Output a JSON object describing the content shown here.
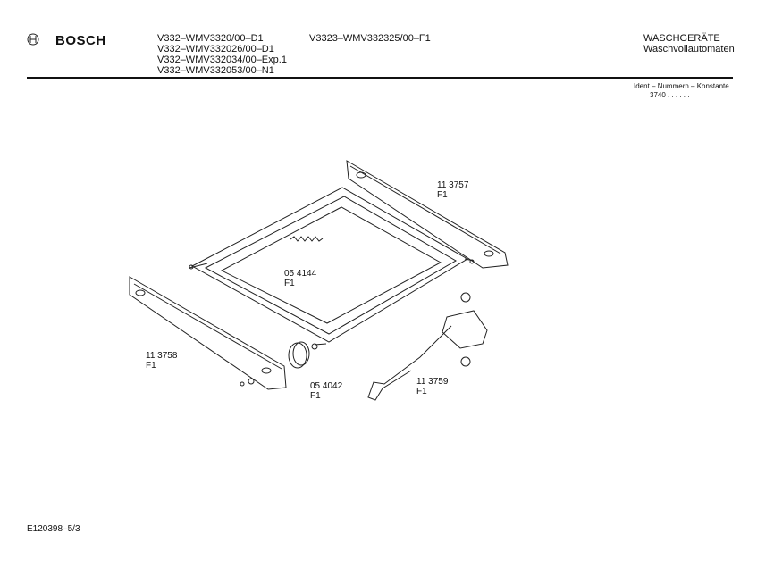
{
  "header": {
    "brand": "BOSCH",
    "models_col1": [
      "V332–WMV3320/00–D1",
      "V332–WMV332026/00–D1",
      "V332–WMV332034/00–Exp.1",
      "V332–WMV332053/00–N1"
    ],
    "models_col2": [
      "V3323–WMV332325/00–F1"
    ],
    "category": "WASCHGERÄTE",
    "subcategory": "Waschvollautomaten",
    "ident_label": "Ident – Nummern – Konstante",
    "ident_value": "3740 . .   . . . ."
  },
  "parts": [
    {
      "number": "11 3757",
      "variant": "F1"
    },
    {
      "number": "05 4144",
      "variant": "F1"
    },
    {
      "number": "11 3758",
      "variant": "F1"
    },
    {
      "number": "05 4042",
      "variant": "F1"
    },
    {
      "number": "11 3759",
      "variant": "F1"
    }
  ],
  "footer": {
    "code": "E120398–5/3"
  }
}
